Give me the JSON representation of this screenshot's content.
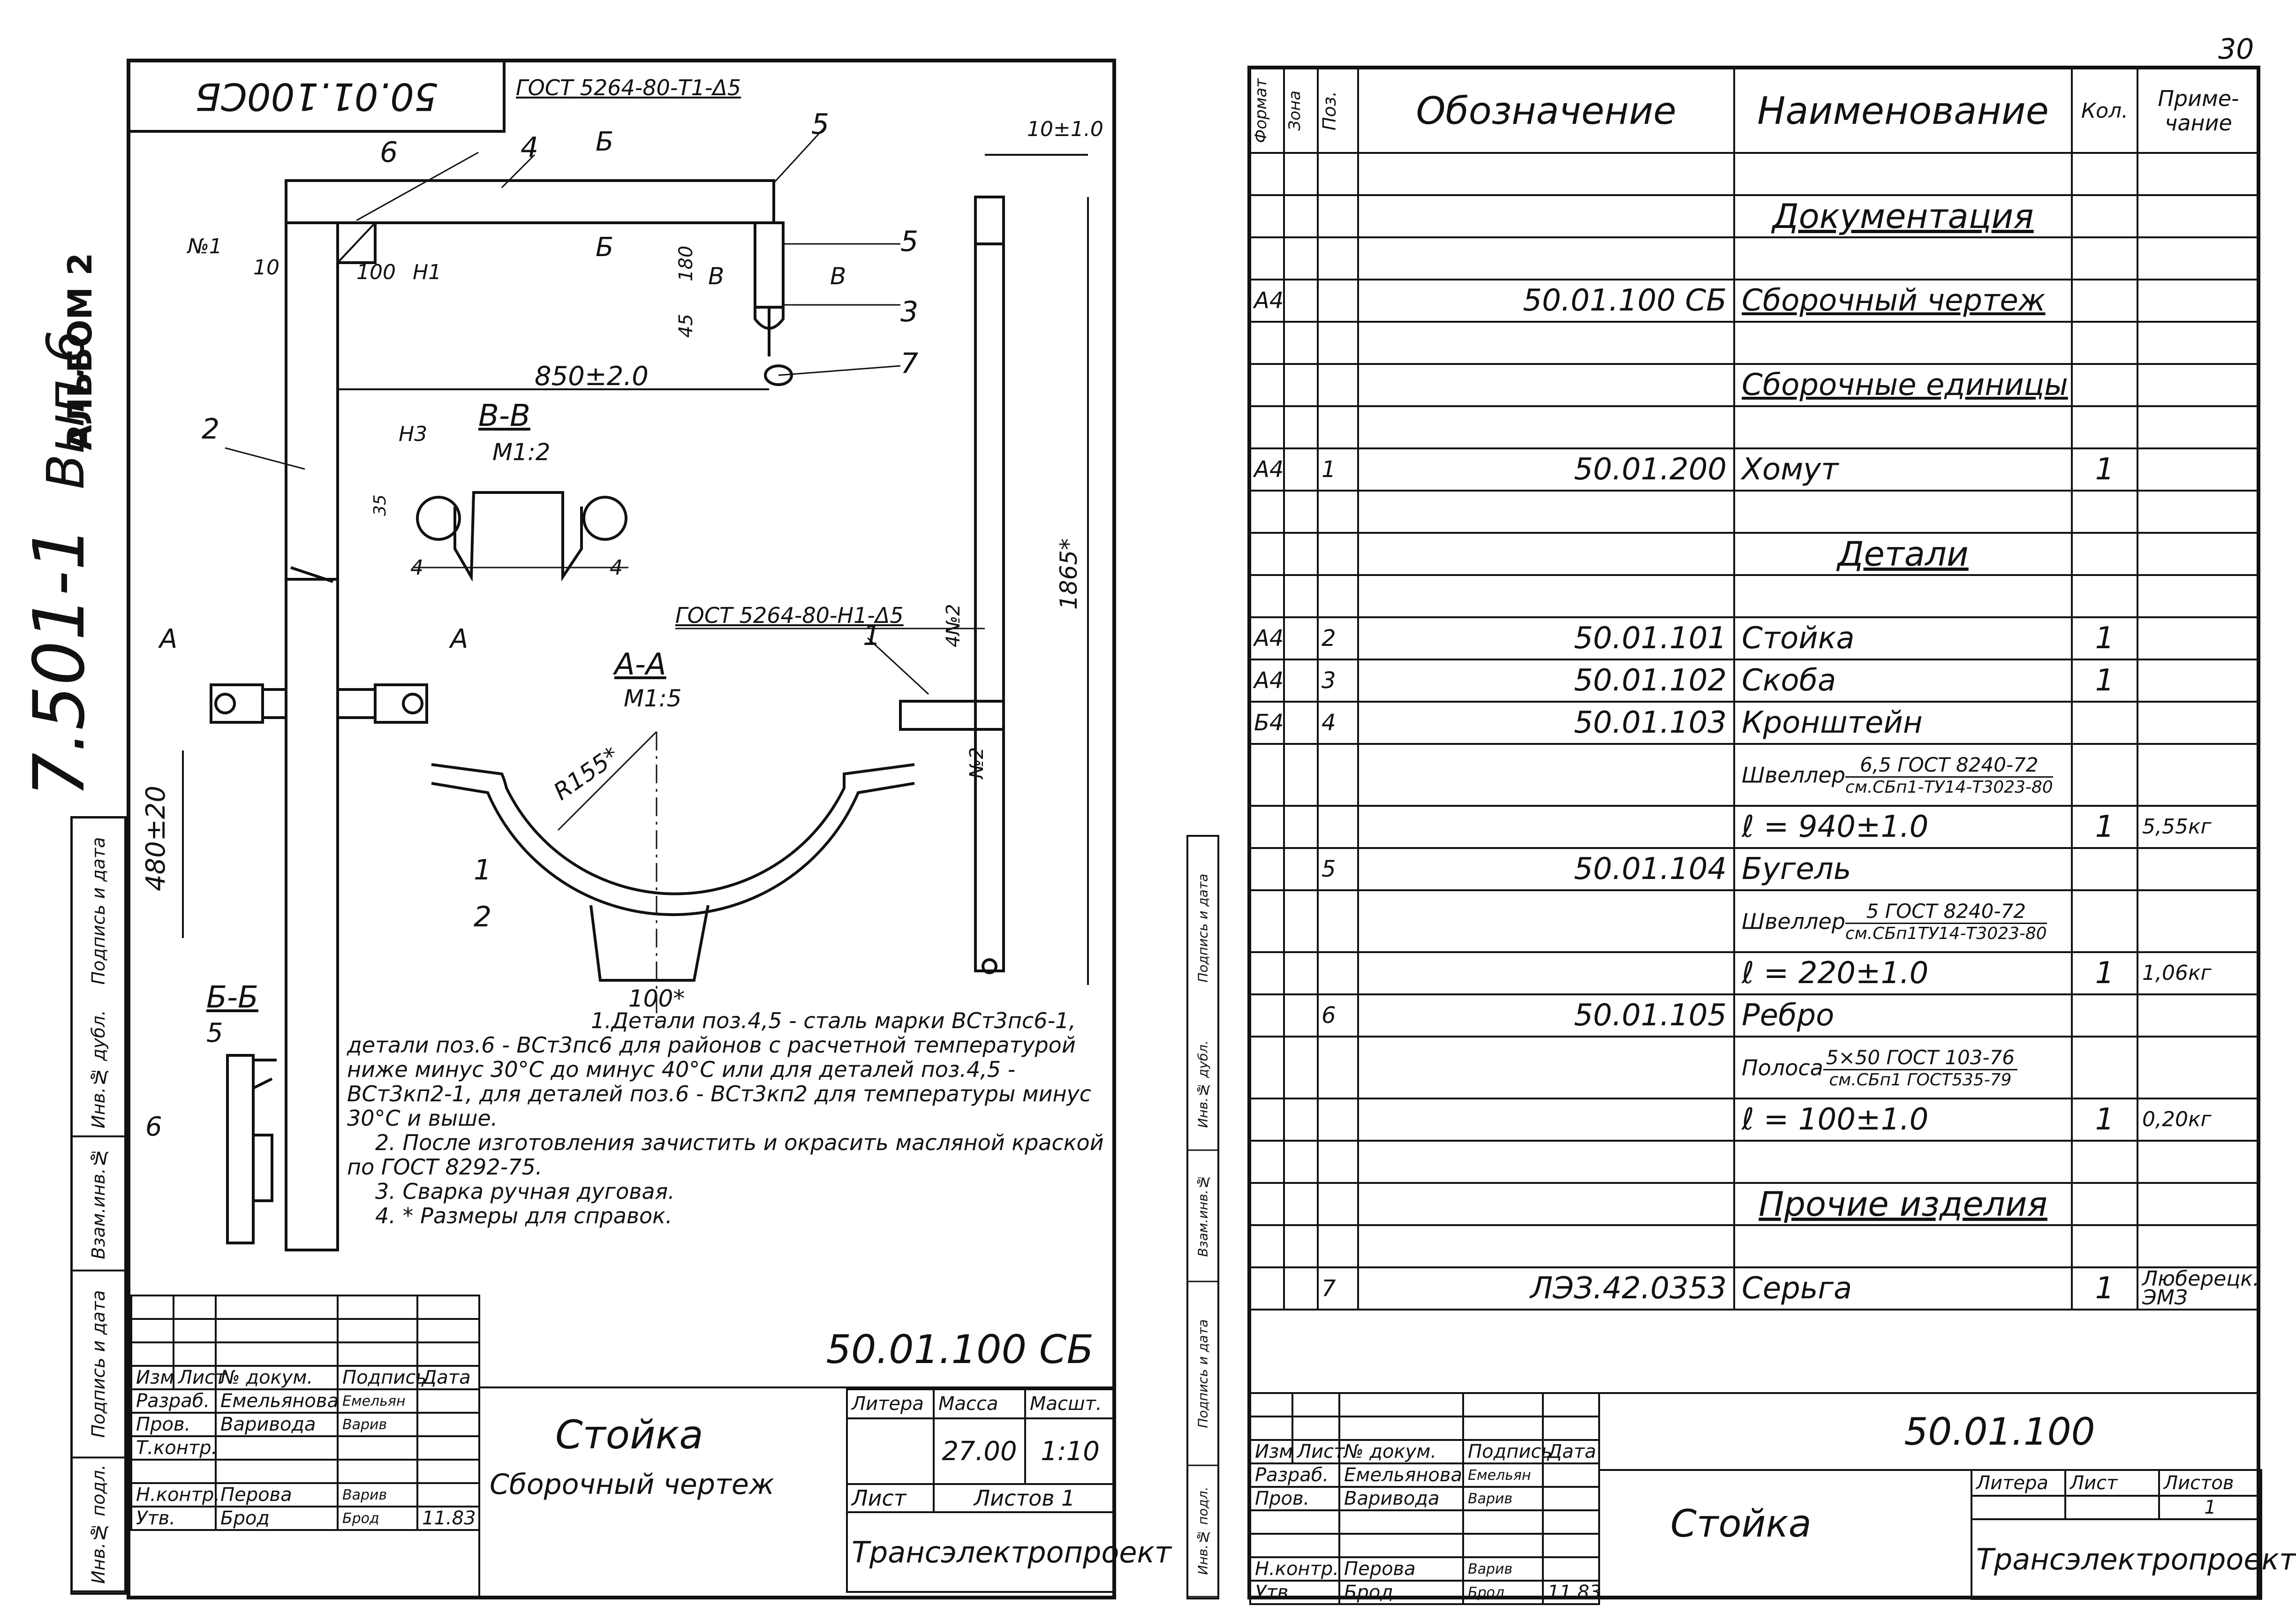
{
  "page_number": "30",
  "album": {
    "code": "7.501-1",
    "issue": "Вып.6",
    "album": "АЛЬБОМ 2"
  },
  "side_stamps": [
    "Инв.№ подл.",
    "Подпись и дата",
    "Взам.инв.№",
    "Инв.№ дубл.",
    "Подпись и дата"
  ],
  "drawing": {
    "corner_code": "50.01.100СБ",
    "gost_top": "ГОСТ 5264-80-Т1-Δ5",
    "gost_mid": "ГОСТ 5264-80-Н1-Δ5",
    "dims": {
      "d850": "850±2.0",
      "d480": "480±20",
      "d1865": "1865*",
      "d10_top": "10±1.0",
      "d10": "10",
      "d100": "100",
      "d180": "180",
      "d45": "45",
      "d35": "35",
      "d4a": "4",
      "d4b": "4",
      "r155": "R155*",
      "d100b": "100*"
    },
    "positions": [
      "1",
      "2",
      "3",
      "4",
      "5",
      "6",
      "7"
    ],
    "weld_marks": [
      "№1",
      "Н1",
      "Н3",
      "4№2",
      "№2"
    ],
    "sections": {
      "bb": "В-В",
      "bb_scale": "М1:2",
      "aa": "А-А",
      "aa_scale": "М1:5",
      "b_b": "Б-Б",
      "cut_b": "Б",
      "cut_a": "А",
      "cut_v": "В"
    },
    "notes": [
      "1.Детали поз.4,5 - сталь марки ВСт3пс6-1, детали поз.6 - ВСт3пс6 для районов с расчетной температурой ниже минус 30°С до минус 40°С или для деталей поз.4,5 - ВСт3кп2-1, для деталей поз.6 - ВСт3кп2 для температуры минус 30°С и выше.",
      "2. После изготовления зачистить и окрасить масляной краской по ГОСТ 8292-75.",
      "3. Сварка ручная дуговая.",
      "4. * Размеры для справок."
    ]
  },
  "left_titleblock": {
    "doc_code": "50.01.100 СБ",
    "name": "Стойка",
    "type": "Сборочный чертеж",
    "org": "Трансэлектропроект",
    "headers": {
      "izm": "Изм",
      "list": "Лист",
      "doc": "№ докум.",
      "sign": "Подпись",
      "date": "Дата",
      "litera": "Литера",
      "mass": "Масса",
      "scale": "Масшт.",
      "sheet": "Лист",
      "sheets": "Листов 1"
    },
    "mass": "27.00",
    "scale": "1:10",
    "people": [
      {
        "role": "Разраб.",
        "name": "Емельянова",
        "sign": "Емельян",
        "date": ""
      },
      {
        "role": "Пров.",
        "name": "Варивода",
        "sign": "Варив",
        "date": ""
      },
      {
        "role": "Т.контр.",
        "name": "",
        "sign": "",
        "date": ""
      },
      {
        "role": "",
        "name": "",
        "sign": "",
        "date": ""
      },
      {
        "role": "Н.контр.",
        "name": "Перова",
        "sign": "Варив",
        "date": ""
      },
      {
        "role": "Утв.",
        "name": "Брод",
        "sign": "Брод",
        "date": "11.83"
      }
    ]
  },
  "spec": {
    "headers": {
      "format": "Формат",
      "zone": "Зона",
      "pos": "Поз.",
      "designation": "Обозначение",
      "name": "Наименование",
      "qty": "Кол.",
      "note": "Приме-чание"
    },
    "rows": [
      {
        "format": "",
        "pos": "",
        "designation": "",
        "name": "",
        "qty": "",
        "note": ""
      },
      {
        "format": "",
        "pos": "",
        "designation": "",
        "name": "Документация",
        "qty": "",
        "note": "",
        "section": true
      },
      {
        "format": "",
        "pos": "",
        "designation": "",
        "name": "",
        "qty": "",
        "note": ""
      },
      {
        "format": "А4",
        "pos": "",
        "designation": "50.01.100 СБ",
        "name": "Сборочный чертеж",
        "qty": "",
        "note": "",
        "underline": true
      },
      {
        "format": "",
        "pos": "",
        "designation": "",
        "name": "",
        "qty": "",
        "note": ""
      },
      {
        "format": "",
        "pos": "",
        "designation": "",
        "name": "Сборочные единицы",
        "qty": "",
        "note": "",
        "underline": true
      },
      {
        "format": "",
        "pos": "",
        "designation": "",
        "name": "",
        "qty": "",
        "note": ""
      },
      {
        "format": "А4",
        "pos": "1",
        "designation": "50.01.200",
        "name": "Хомут",
        "qty": "1",
        "note": ""
      },
      {
        "format": "",
        "pos": "",
        "designation": "",
        "name": "",
        "qty": "",
        "note": ""
      },
      {
        "format": "",
        "pos": "",
        "designation": "",
        "name": "Детали",
        "qty": "",
        "note": "",
        "section": true
      },
      {
        "format": "",
        "pos": "",
        "designation": "",
        "name": "",
        "qty": "",
        "note": ""
      },
      {
        "format": "А4",
        "pos": "2",
        "designation": "50.01.101",
        "name": "Стойка",
        "qty": "1",
        "note": ""
      },
      {
        "format": "А4",
        "pos": "3",
        "designation": "50.01.102",
        "name": "Скоба",
        "qty": "1",
        "note": ""
      },
      {
        "format": "Б4",
        "pos": "4",
        "designation": "50.01.103",
        "name": "Кронштейн",
        "qty": "",
        "note": ""
      },
      {
        "format": "",
        "pos": "",
        "designation": "",
        "name": "",
        "qty": "",
        "note": "",
        "profile": {
          "prefix": "Швеллер",
          "top": "6,5 ГОСТ 8240-72",
          "bottom": "см.СБп1-ТУ14-Т3023-80"
        },
        "tall": true
      },
      {
        "format": "",
        "pos": "",
        "designation": "",
        "name": "ℓ = 940±1.0",
        "qty": "1",
        "note": "5,55кг"
      },
      {
        "format": "",
        "pos": "5",
        "designation": "50.01.104",
        "name": "Бугель",
        "qty": "",
        "note": ""
      },
      {
        "format": "",
        "pos": "",
        "designation": "",
        "name": "",
        "qty": "",
        "note": "",
        "profile": {
          "prefix": "Швеллер",
          "top": "5 ГОСТ 8240-72",
          "bottom": "см.СБп1ТУ14-Т3023-80"
        },
        "tall": true
      },
      {
        "format": "",
        "pos": "",
        "designation": "",
        "name": "ℓ = 220±1.0",
        "qty": "1",
        "note": "1,06кг"
      },
      {
        "format": "",
        "pos": "6",
        "designation": "50.01.105",
        "name": "Ребро",
        "qty": "",
        "note": ""
      },
      {
        "format": "",
        "pos": "",
        "designation": "",
        "name": "",
        "qty": "",
        "note": "",
        "profile": {
          "prefix": "Полоса",
          "top": "5×50 ГОСТ 103-76",
          "bottom": "см.СБп1 ГОСТ535-79"
        },
        "tall": true
      },
      {
        "format": "",
        "pos": "",
        "designation": "",
        "name": "ℓ = 100±1.0",
        "qty": "1",
        "note": "0,20кг"
      },
      {
        "format": "",
        "pos": "",
        "designation": "",
        "name": "",
        "qty": "",
        "note": ""
      },
      {
        "format": "",
        "pos": "",
        "designation": "",
        "name": "Прочие изделия",
        "qty": "",
        "note": "",
        "section": true
      },
      {
        "format": "",
        "pos": "",
        "designation": "",
        "name": "",
        "qty": "",
        "note": ""
      },
      {
        "format": "",
        "pos": "7",
        "designation": "ЛЭЗ.42.0353",
        "name": "Серьга",
        "qty": "1",
        "note": "Люберецк. ЭМЗ"
      }
    ]
  },
  "right_titleblock": {
    "doc_code": "50.01.100",
    "name": "Стойка",
    "org": "Трансэлектропроект",
    "headers": {
      "izm": "Изм",
      "list": "Лист",
      "doc": "№ докум.",
      "sign": "Подпись",
      "date": "Дата",
      "litera": "Литера",
      "sheet": "Лист",
      "sheets": "Листов"
    },
    "sheets_count": "1",
    "people": [
      {
        "role": "Разраб.",
        "name": "Емельянова",
        "sign": "Емельян",
        "date": ""
      },
      {
        "role": "Пров.",
        "name": "Варивода",
        "sign": "Варив",
        "date": ""
      },
      {
        "role": "",
        "name": "",
        "sign": "",
        "date": ""
      },
      {
        "role": "",
        "name": "",
        "sign": "",
        "date": ""
      },
      {
        "role": "Н.контр.",
        "name": "Перова",
        "sign": "Варив",
        "date": ""
      },
      {
        "role": "Утв.",
        "name": "Брод",
        "sign": "Брод",
        "date": "11.83"
      }
    ]
  }
}
